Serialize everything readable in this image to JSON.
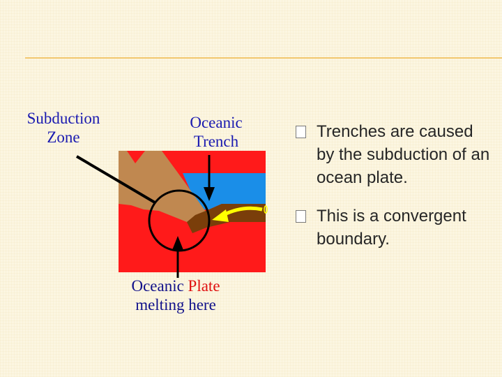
{
  "diagram": {
    "labels": {
      "subduction_zone_line1": "Subduction",
      "subduction_zone_line2": "Zone",
      "oceanic_trench_line1": "Oceanic",
      "oceanic_trench_line2": "Trench",
      "bottom_oceanic": "Oceanic",
      "bottom_plate": "Plate",
      "bottom_melting": "melting",
      "bottom_here": "here"
    },
    "colors": {
      "mantle": "#ff1a1a",
      "continental": "#c08850",
      "oceanic_plate": "#7a3e0a",
      "ocean": "#1a8ee8",
      "arrow": "#ffff00",
      "label_blue": "#1a1ab0",
      "label_red": "#e01010"
    }
  },
  "bullets": [
    "Trenches are caused by the subduction of an ocean plate.",
    "This is a convergent boundary."
  ]
}
